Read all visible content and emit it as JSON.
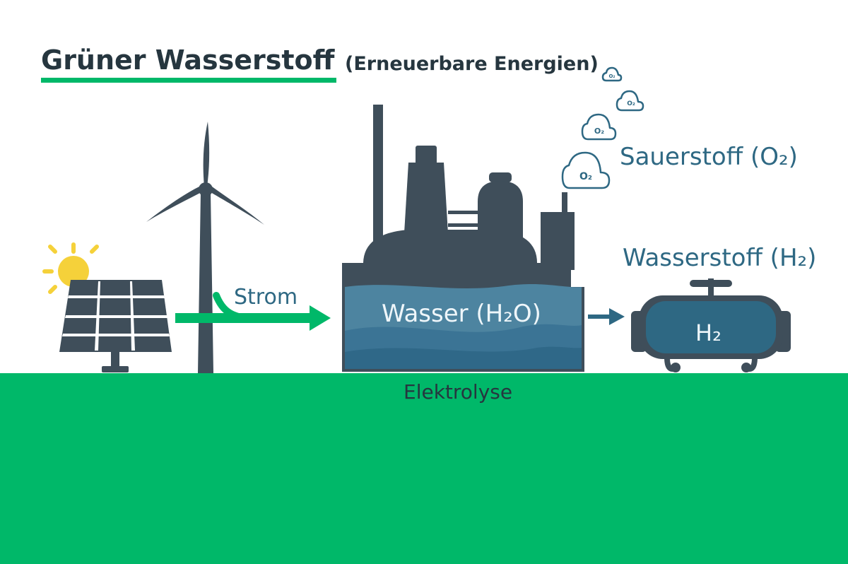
{
  "diagram": {
    "title": "Grüner Wasserstoff",
    "subtitle": "(Erneuerbare Energien)",
    "labels": {
      "power": "Strom",
      "water": "Wasser (H₂O)",
      "oxygen": "Sauerstoff (O₂)",
      "hydrogen": "Wasserstoff (H₂)",
      "tank": "H₂",
      "electrolysis": "Elektrolyse",
      "o2_bubble": "O₂"
    },
    "icons": [
      "sun-icon",
      "solar-panel-icon",
      "wind-turbine-icon",
      "factory-icon",
      "oxygen-cloud-icon",
      "hydrogen-tank-icon"
    ],
    "colors": {
      "ground": "#00b869",
      "accent_green": "#00b869",
      "dark_slate": "#3f4e5a",
      "water_blue": "#2e6883",
      "sun_yellow": "#f5d13a",
      "title_text": "#26363f"
    }
  }
}
